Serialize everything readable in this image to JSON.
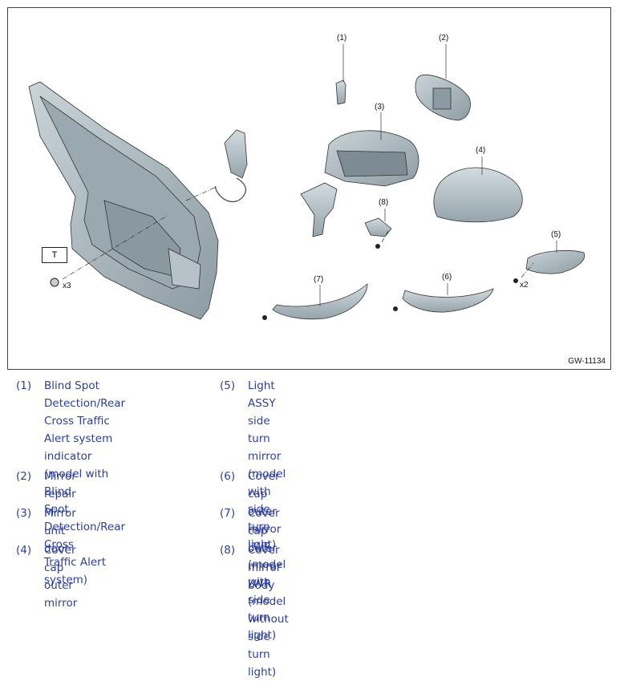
{
  "figure": {
    "id_label": "GW-11134",
    "torque_box": "T",
    "qty_door_bolts": "x3",
    "qty_light_screws": "x2",
    "callouts": [
      "(1)",
      "(2)",
      "(3)",
      "(4)",
      "(5)",
      "(6)",
      "(7)",
      "(8)"
    ],
    "colors": {
      "part_fill": "#aab8be",
      "part_shade": "#7e8e95",
      "outline": "#333333"
    }
  },
  "legend": {
    "text_color": "#2c3ea0",
    "left": [
      {
        "num": "(1)",
        "lines": [
          "Blind Spot Detection/Rear",
          "Cross Traffic Alert system",
          "indicator (model with Blind",
          "Spot Detection/Rear Cross",
          "Traffic Alert system)"
        ]
      },
      {
        "num": "(2)",
        "lines": [
          "Mirror repair"
        ]
      },
      {
        "num": "(3)",
        "lines": [
          "Mirror unit door"
        ]
      },
      {
        "num": "(4)",
        "lines": [
          "Cover cap outer mirror"
        ]
      }
    ],
    "right": [
      {
        "num": "(5)",
        "lines": [
          "Light ASSY side turn mirror",
          "(model with side turn light)"
        ]
      },
      {
        "num": "(6)",
        "lines": [
          "Cover cap outer mirror LWR",
          "(model with side turn light)"
        ]
      },
      {
        "num": "(7)",
        "lines": [
          "Cover cap outer mirror LWR",
          "(model without side turn light)"
        ]
      },
      {
        "num": "(8)",
        "lines": [
          "Cover mirror body"
        ]
      }
    ]
  }
}
